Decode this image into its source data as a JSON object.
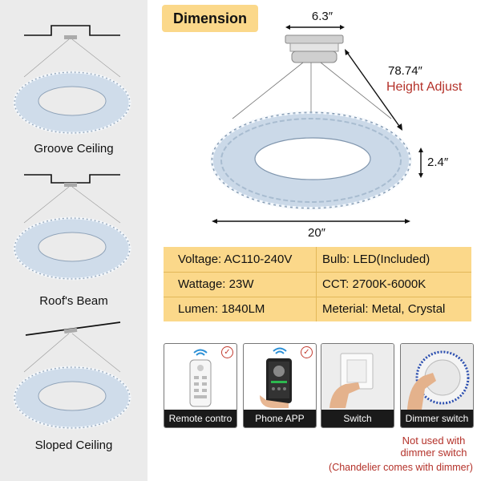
{
  "colors": {
    "left_panel": "#ebebeb",
    "highlight_yellow": "#fbd88a",
    "red_text": "#b4322a",
    "crystal": "#d8e6f4",
    "card_label_bg": "#1a1a1a"
  },
  "mount_types": [
    {
      "label": "Groove Ceiling",
      "ceiling_shape": "groove"
    },
    {
      "label": "Roof's Beam",
      "ceiling_shape": "beam"
    },
    {
      "label": "Sloped Ceiling",
      "ceiling_shape": "sloped"
    }
  ],
  "dimension": {
    "title": "Dimension",
    "canopy_width": "6.3″",
    "cable_length": "78.74″",
    "height_adjust": "Height Adjust",
    "ring_thickness": "2.4″",
    "ring_diameter": "20″"
  },
  "specs": [
    {
      "left": "Voltage: AC110-240V",
      "right": "Bulb: LED(Included)"
    },
    {
      "left": "Wattage: 23W",
      "right": "CCT: 2700K-6000K"
    },
    {
      "left": "Lumen: 1840LM",
      "right": "Meterial: Metal, Crystal"
    }
  ],
  "controls": [
    {
      "label": "Remote contro",
      "icon": "remote-icon",
      "supported": true
    },
    {
      "label": "Phone APP",
      "icon": "phone-app-icon",
      "supported": true
    },
    {
      "label": "Switch",
      "icon": "wall-switch-icon",
      "supported": true
    },
    {
      "label": "Dimmer switch",
      "icon": "dimmer-icon",
      "supported": false
    }
  ],
  "notes": {
    "not_used": "Not used with dimmer switch",
    "comes_with": "(Chandelier comes with dimmer)"
  }
}
